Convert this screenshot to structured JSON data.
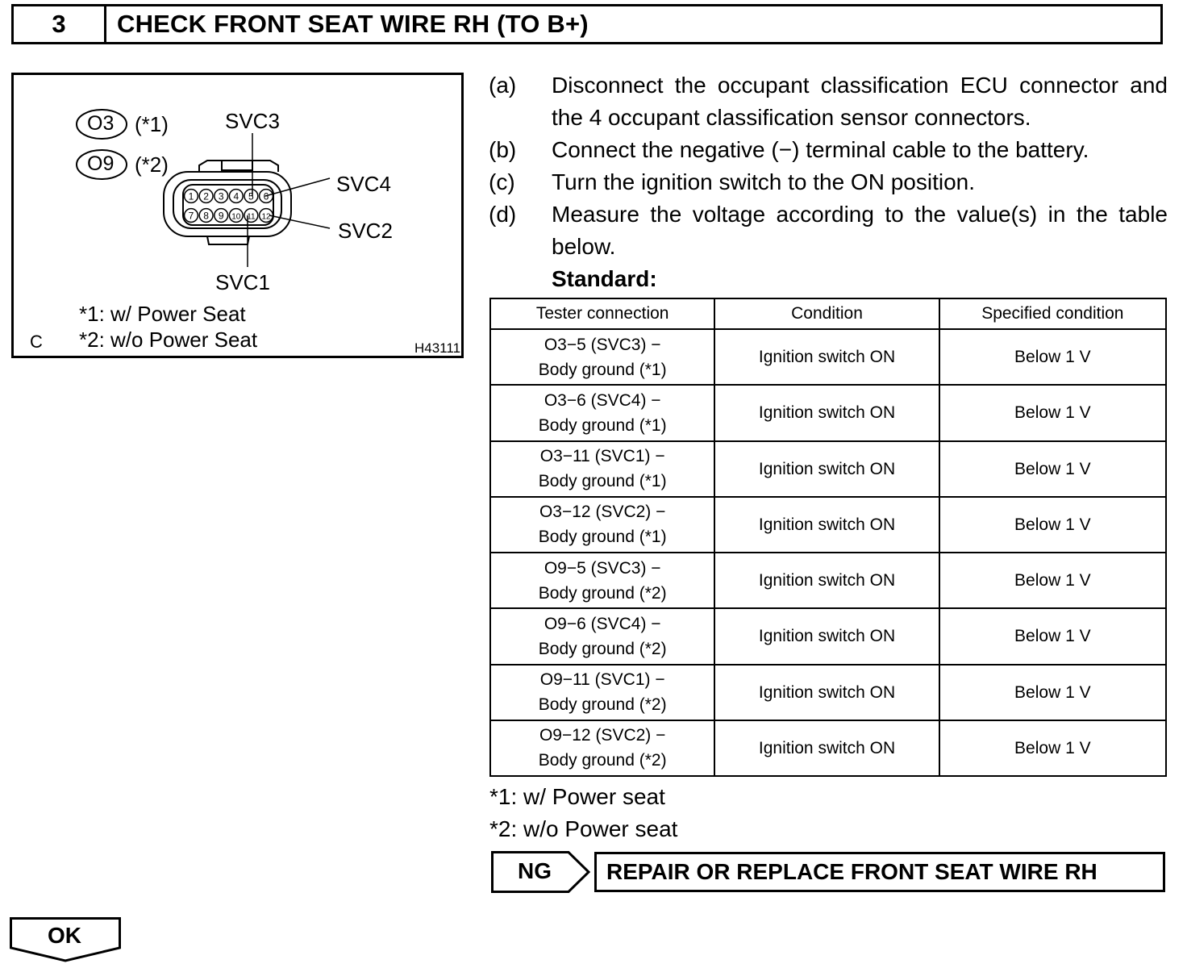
{
  "header": {
    "step_number": "3",
    "title": "CHECK FRONT SEAT WIRE RH (TO B+)"
  },
  "figure": {
    "connector_a": "O3",
    "connector_a_note": "(*1)",
    "connector_b": "O9",
    "connector_b_note": "(*2)",
    "labels": {
      "svc3": "SVC3",
      "svc4": "SVC4",
      "svc2": "SVC2",
      "svc1": "SVC1"
    },
    "pins_top": [
      "1",
      "2",
      "3",
      "4",
      "5",
      "6"
    ],
    "pins_bottom": [
      "7",
      "8",
      "9",
      "10",
      "11",
      "12"
    ],
    "note1": "*1: w/ Power Seat",
    "note2": "*2: w/o Power Seat",
    "corner": "C",
    "figure_code": "H43111"
  },
  "steps": [
    {
      "label": "(a)",
      "text": "Disconnect the occupant classification ECU connector and the 4 occupant classification sensor connectors."
    },
    {
      "label": "(b)",
      "text": "Connect the negative (−) terminal cable to the battery."
    },
    {
      "label": "(c)",
      "text": "Turn the ignition switch to the ON position."
    },
    {
      "label": "(d)",
      "text": "Measure the voltage according to the value(s) in the table below."
    }
  ],
  "standard_label": "Standard:",
  "table": {
    "headers": [
      "Tester connection",
      "Condition",
      "Specified condition"
    ],
    "rows": [
      {
        "connection_1": "O3−5 (SVC3) −",
        "connection_2": "Body ground (*1)",
        "condition": "Ignition switch ON",
        "specified": "Below 1 V"
      },
      {
        "connection_1": "O3−6 (SVC4) −",
        "connection_2": "Body ground (*1)",
        "condition": "Ignition switch ON",
        "specified": "Below 1 V"
      },
      {
        "connection_1": "O3−11 (SVC1) −",
        "connection_2": "Body ground (*1)",
        "condition": "Ignition switch ON",
        "specified": "Below 1 V"
      },
      {
        "connection_1": "O3−12 (SVC2) −",
        "connection_2": "Body ground (*1)",
        "condition": "Ignition switch ON",
        "specified": "Below 1 V"
      },
      {
        "connection_1": "O9−5 (SVC3) −",
        "connection_2": "Body ground (*2)",
        "condition": "Ignition switch ON",
        "specified": "Below 1 V"
      },
      {
        "connection_1": "O9−6 (SVC4) −",
        "connection_2": "Body ground (*2)",
        "condition": "Ignition switch ON",
        "specified": "Below 1 V"
      },
      {
        "connection_1": "O9−11 (SVC1) −",
        "connection_2": "Body ground (*2)",
        "condition": "Ignition switch ON",
        "specified": "Below 1 V"
      },
      {
        "connection_1": "O9−12 (SVC2) −",
        "connection_2": "Body ground (*2)",
        "condition": "Ignition switch ON",
        "specified": "Below 1 V"
      }
    ]
  },
  "notes": [
    "*1: w/ Power seat",
    "*2: w/o Power seat"
  ],
  "ng": {
    "label": "NG",
    "action": "REPAIR OR REPLACE FRONT SEAT WIRE RH"
  },
  "ok": {
    "label": "OK"
  }
}
